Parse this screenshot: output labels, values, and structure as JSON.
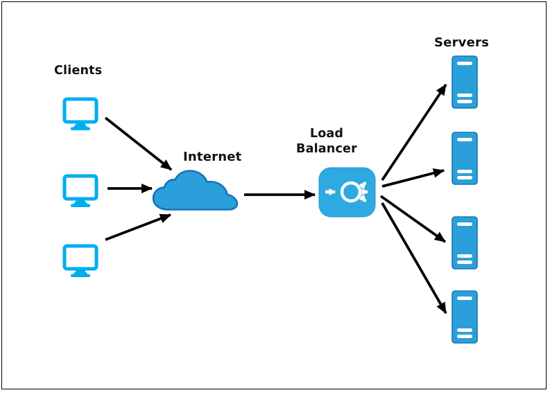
{
  "diagram": {
    "type": "network-architecture",
    "labels": {
      "clients": "Clients",
      "internet": "Internet",
      "load_balancer_line1": "Load",
      "load_balancer_line2": "Balancer",
      "servers": "Servers"
    },
    "nodes": [
      {
        "id": "clients",
        "label": "Clients",
        "type": "client-group",
        "icon": "monitor-icon",
        "count": 3
      },
      {
        "id": "internet",
        "label": "Internet",
        "type": "cloud",
        "icon": "cloud-icon",
        "count": 1
      },
      {
        "id": "load-balancer",
        "label": "Load Balancer",
        "type": "load-balancer",
        "icon": "load-balancer-icon",
        "count": 1
      },
      {
        "id": "servers",
        "label": "Servers",
        "type": "server-group",
        "icon": "server-tower-icon",
        "count": 4
      }
    ],
    "edges": [
      {
        "from": "client-1",
        "to": "internet"
      },
      {
        "from": "client-2",
        "to": "internet"
      },
      {
        "from": "client-3",
        "to": "internet"
      },
      {
        "from": "internet",
        "to": "load-balancer"
      },
      {
        "from": "load-balancer",
        "to": "server-1"
      },
      {
        "from": "load-balancer",
        "to": "server-2"
      },
      {
        "from": "load-balancer",
        "to": "server-3"
      },
      {
        "from": "load-balancer",
        "to": "server-4"
      }
    ],
    "colors": {
      "background": "#FFFFFF",
      "canvas_border": "#000000",
      "client_icon": "#00AEEF",
      "cloud_fill": "#2B9FD9",
      "cloud_border": "#1474B8",
      "load_balancer_fill": "#2FA9E1",
      "load_balancer_border": "#2496CE",
      "load_balancer_glyph": "#FFFFFF",
      "server_fill": "#2B9FD9",
      "server_border": "#1576B4",
      "server_stripe": "#FFFFFF",
      "arrow": "#000000",
      "label_text": "#111111"
    }
  }
}
